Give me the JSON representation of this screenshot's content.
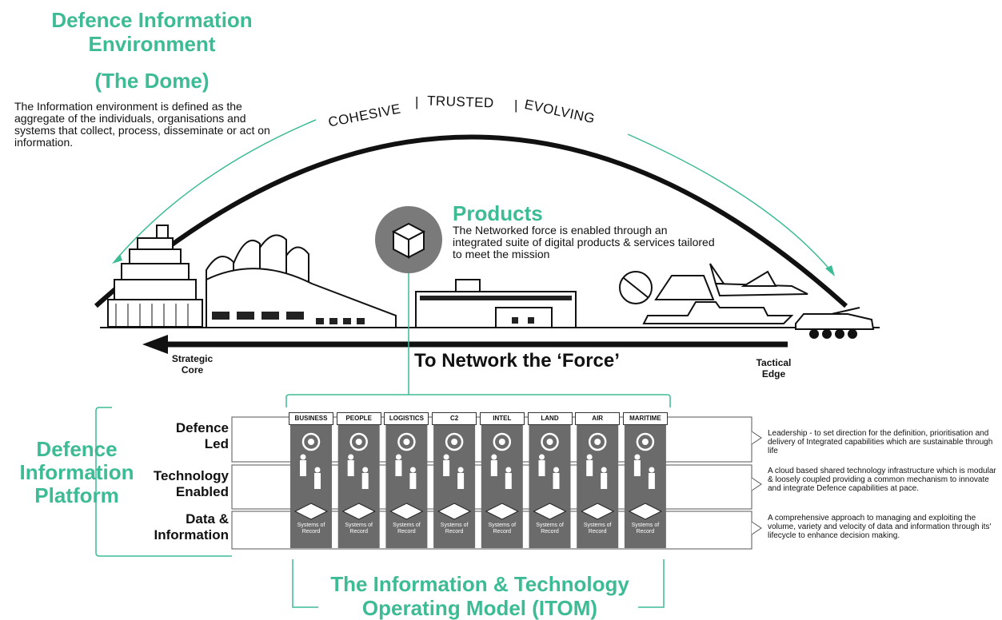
{
  "dome": {
    "title_line1": "Defence Information",
    "title_line2": "Environment",
    "title_sub": "(The Dome)",
    "intro": "The Information environment is defined as the aggregate of the individuals, organisations and systems that collect, process, disseminate or act on information.",
    "arc_words": [
      "COHESIVE",
      "TRUSTED",
      "EVOLVING"
    ]
  },
  "products": {
    "title": "Products",
    "text": "The Networked force is enabled through an integrated suite of digital products & services tailored to meet the mission"
  },
  "network": {
    "title": "To Network the ‘Force’",
    "left_label_1": "Strategic",
    "left_label_2": "Core",
    "right_label_1": "Tactical",
    "right_label_2": "Edge"
  },
  "platform": {
    "title_1": "Defence",
    "title_2": "Information",
    "title_3": "Platform",
    "rows": [
      {
        "label_1": "Defence",
        "label_2": "Led",
        "description": "Leadership - to set direction for the definition, prioritisation and delivery of Integrated capabilities which are sustainable through life"
      },
      {
        "label_1": "Technology",
        "label_2": "Enabled",
        "description": "A cloud based shared technology infrastructure which is modular & loosely coupled providing a common mechanism to innovate and integrate Defence capabilities at pace."
      },
      {
        "label_1": "Data &",
        "label_2": "Information",
        "description": "A comprehensive approach to managing and exploiting the volume, variety and velocity of data and information through its' lifecycle to enhance decision making."
      }
    ],
    "columns": [
      "BUSINESS",
      "PEOPLE",
      "LOGISTICS",
      "C2",
      "INTEL",
      "LAND",
      "AIR",
      "MARITIME"
    ],
    "column_footer_1": "Systems of",
    "column_footer_2": "Record"
  },
  "itom": {
    "line_1": "The Information & Technology",
    "line_2": "Operating Model (ITOM)"
  },
  "colors": {
    "accent": "#3dbb95",
    "dark": "#111111",
    "column_fill": "#6b6b6b",
    "product_circle": "#7a7a7a"
  }
}
